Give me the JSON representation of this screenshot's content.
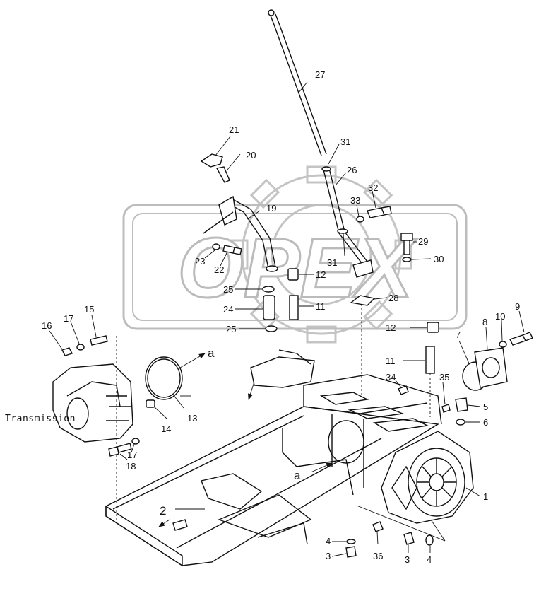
{
  "watermark": {
    "text": "OPEX",
    "color": "#bdbdbd"
  },
  "callouts": {
    "n1": "1",
    "n2": "2",
    "n3a": "3",
    "n3b": "3",
    "n4a": "4",
    "n4b": "4",
    "n5": "5",
    "n6": "6",
    "n7": "7",
    "n8": "8",
    "n9": "9",
    "n10": "10",
    "n11a": "11",
    "n11b": "11",
    "n12a": "12",
    "n12b": "12",
    "n13": "13",
    "n14": "14",
    "n15": "15",
    "n16": "16",
    "n17a": "17",
    "n17b": "17",
    "n18": "18",
    "n19": "19",
    "n20": "20",
    "n21": "21",
    "n22": "22",
    "n23": "23",
    "n24": "24",
    "n25a": "25",
    "n25b": "25",
    "n26": "26",
    "n27": "27",
    "n28": "28",
    "n29": "29",
    "n30": "30",
    "n31a": "31",
    "n31b": "31",
    "n32": "32",
    "n33": "33",
    "n34": "34",
    "n35": "35",
    "n36": "36"
  },
  "view_refs": {
    "a_top": "a",
    "a_mid": "a"
  },
  "transmission_label": "Transmission"
}
